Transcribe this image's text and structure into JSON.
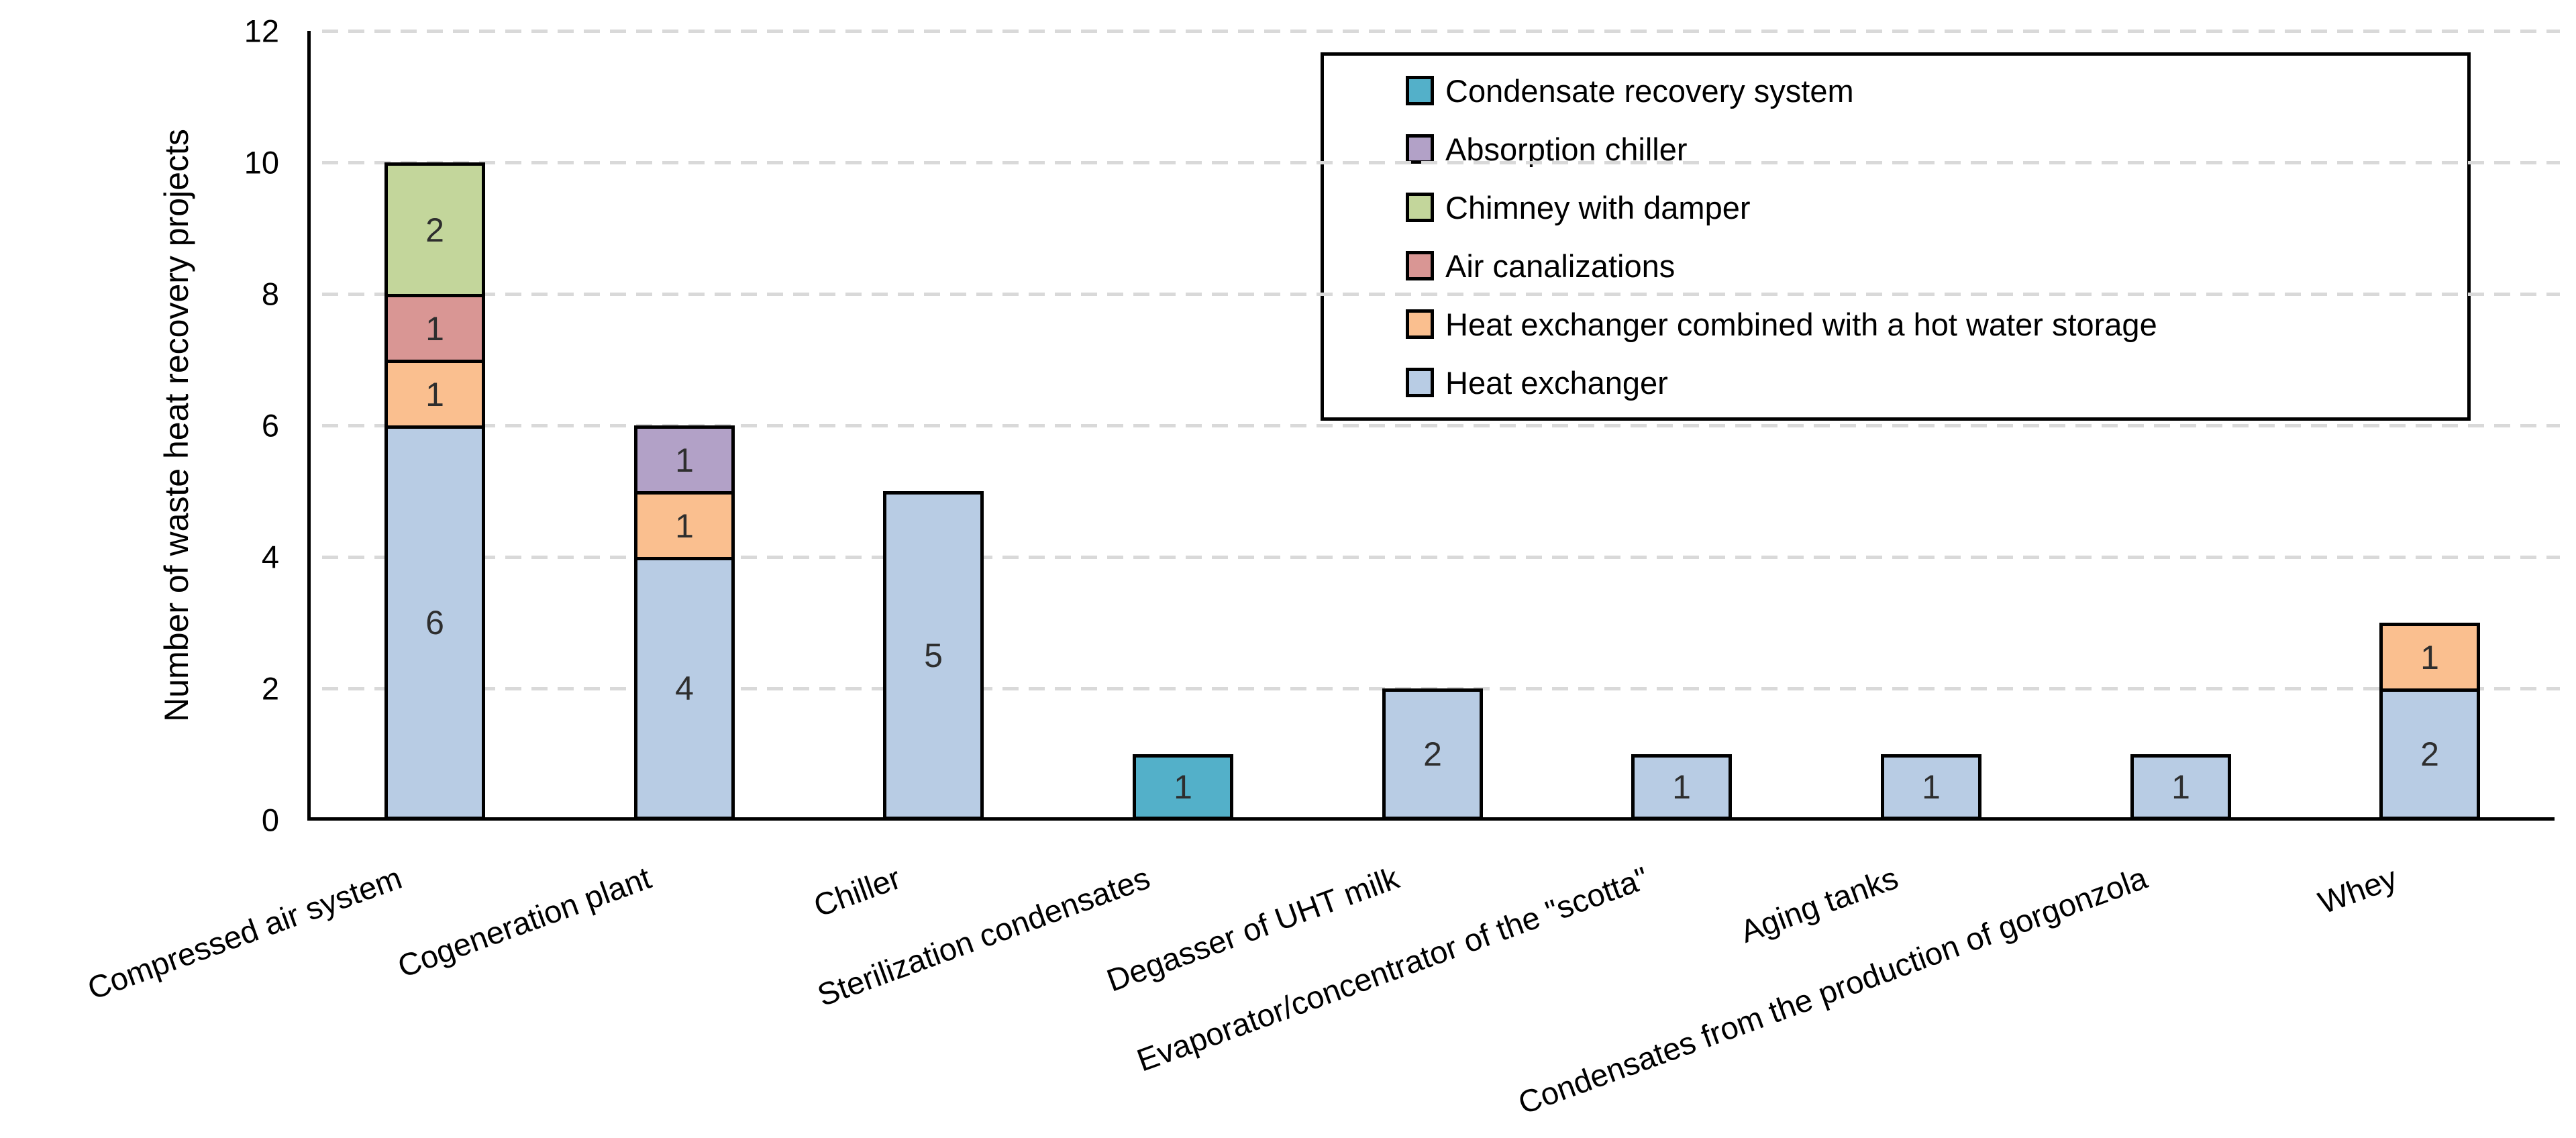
{
  "y_axis": {
    "title": "Number of waste heat recovery projects",
    "ticks": [
      "0",
      "2",
      "4",
      "6",
      "8",
      "10",
      "12"
    ]
  },
  "legend": {
    "items": [
      {
        "label": "Condensate recovery system",
        "color": "#53B0C9"
      },
      {
        "label": "Absorption chiller",
        "color": "#B2A1C7"
      },
      {
        "label": "Chimney with damper",
        "color": "#C3D69B"
      },
      {
        "label": "Air canalizations",
        "color": "#D99694"
      },
      {
        "label": "Heat exchanger combined with a hot water storage",
        "color": "#FABF8F"
      },
      {
        "label": "Heat exchanger",
        "color": "#B8CCE4"
      }
    ]
  },
  "chart_data": {
    "type": "bar",
    "stacked": true,
    "title": "",
    "xlabel": "",
    "ylabel": "Number of waste heat recovery projects",
    "ylim": [
      0,
      12
    ],
    "yticks": [
      0,
      2,
      4,
      6,
      8,
      10,
      12
    ],
    "grid": "horizontal dashed gray",
    "legend_position": "top right inside",
    "categories": [
      "Compressed air system",
      "Cogeneration plant",
      "Chiller",
      "Sterilization condensates",
      "Degasser of UHT milk",
      "Evaporator/concentrator of the \"scotta\"",
      "Aging tanks",
      "Condensates from the production of gorgonzola",
      "Whey"
    ],
    "series": [
      {
        "name": "Heat exchanger",
        "color": "#B8CCE4",
        "values": [
          6,
          4,
          5,
          0,
          2,
          1,
          1,
          1,
          2
        ]
      },
      {
        "name": "Heat exchanger combined with a hot water storage",
        "color": "#FABF8F",
        "values": [
          1,
          1,
          0,
          0,
          0,
          0,
          0,
          0,
          1
        ]
      },
      {
        "name": "Air canalizations",
        "color": "#D99694",
        "values": [
          1,
          0,
          0,
          0,
          0,
          0,
          0,
          0,
          0
        ]
      },
      {
        "name": "Chimney with damper",
        "color": "#C3D69B",
        "values": [
          2,
          0,
          0,
          0,
          0,
          0,
          0,
          0,
          0
        ]
      },
      {
        "name": "Absorption chiller",
        "color": "#B2A1C7",
        "values": [
          0,
          1,
          0,
          0,
          0,
          0,
          0,
          0,
          0
        ]
      },
      {
        "name": "Condensate recovery system",
        "color": "#53B0C9",
        "values": [
          0,
          0,
          0,
          1,
          0,
          0,
          0,
          0,
          0
        ]
      }
    ],
    "totals": [
      10,
      6,
      5,
      1,
      2,
      1,
      1,
      1,
      3
    ]
  }
}
